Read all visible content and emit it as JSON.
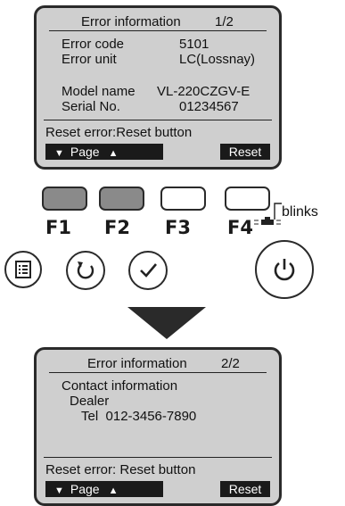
{
  "screen1": {
    "title": "Error information",
    "page_indicator": "1/2",
    "error_code_label": "Error code",
    "error_code_value": "5101",
    "error_unit_label": "Error unit",
    "error_unit_value": "LC(Lossnay)",
    "model_name_label": "Model name",
    "model_name_value": "VL-220CZGV-E",
    "serial_label": "Serial No.",
    "serial_value": "01234567",
    "footer_text": "Reset error:Reset button",
    "page_label": "Page",
    "reset_label": "Reset"
  },
  "function_keys": {
    "f1": "F1",
    "f2": "F2",
    "f3": "F3",
    "f4": "F4",
    "blinks_note": "blinks"
  },
  "icons": [
    "menu-icon",
    "return-icon",
    "confirm-check-icon",
    "power-icon",
    "down-arrow-icon",
    "indicator-led-icon"
  ],
  "screen2": {
    "title": "Error information",
    "page_indicator": "2/2",
    "contact_label": "Contact information",
    "dealer_label": "Dealer",
    "tel_line": "Tel  012-3456-7890",
    "footer_text": "Reset error: Reset button",
    "page_label": "Page",
    "reset_label": "Reset"
  }
}
